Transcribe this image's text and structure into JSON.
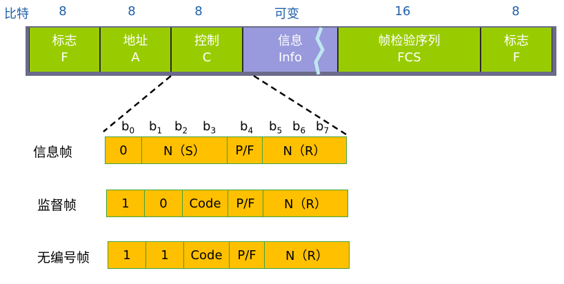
{
  "header": {
    "bits_label": "比特",
    "widths": [
      "8",
      "8",
      "8",
      "可变",
      "16",
      "8"
    ]
  },
  "frame_fields": [
    {
      "name": "标志",
      "abbr": "F"
    },
    {
      "name": "地址",
      "abbr": "A"
    },
    {
      "name": "控制",
      "abbr": "C"
    },
    {
      "name": "信息",
      "abbr": "Info"
    },
    {
      "name": "帧检验序列",
      "abbr": "FCS"
    },
    {
      "name": "标志",
      "abbr": "F"
    }
  ],
  "control_bits": {
    "b": "b",
    "indices": [
      "0",
      "1",
      "2",
      "3",
      "4",
      "5",
      "6",
      "7"
    ]
  },
  "rows": [
    {
      "label": "信息帧",
      "cells": [
        "0",
        "N（S）",
        "P/F",
        "N（R）"
      ]
    },
    {
      "label": "监督帧",
      "cells": [
        "1",
        "0",
        "Code",
        "P/F",
        "N（R）"
      ]
    },
    {
      "label": "无编号帧",
      "cells": [
        "1",
        "1",
        "Code",
        "P/F",
        "N（R）"
      ]
    }
  ],
  "colors": {
    "field_green": "#99cc00",
    "field_info": "#9999dd",
    "cell_orange": "#ffc000",
    "header_blue": "#1f5fa8"
  }
}
